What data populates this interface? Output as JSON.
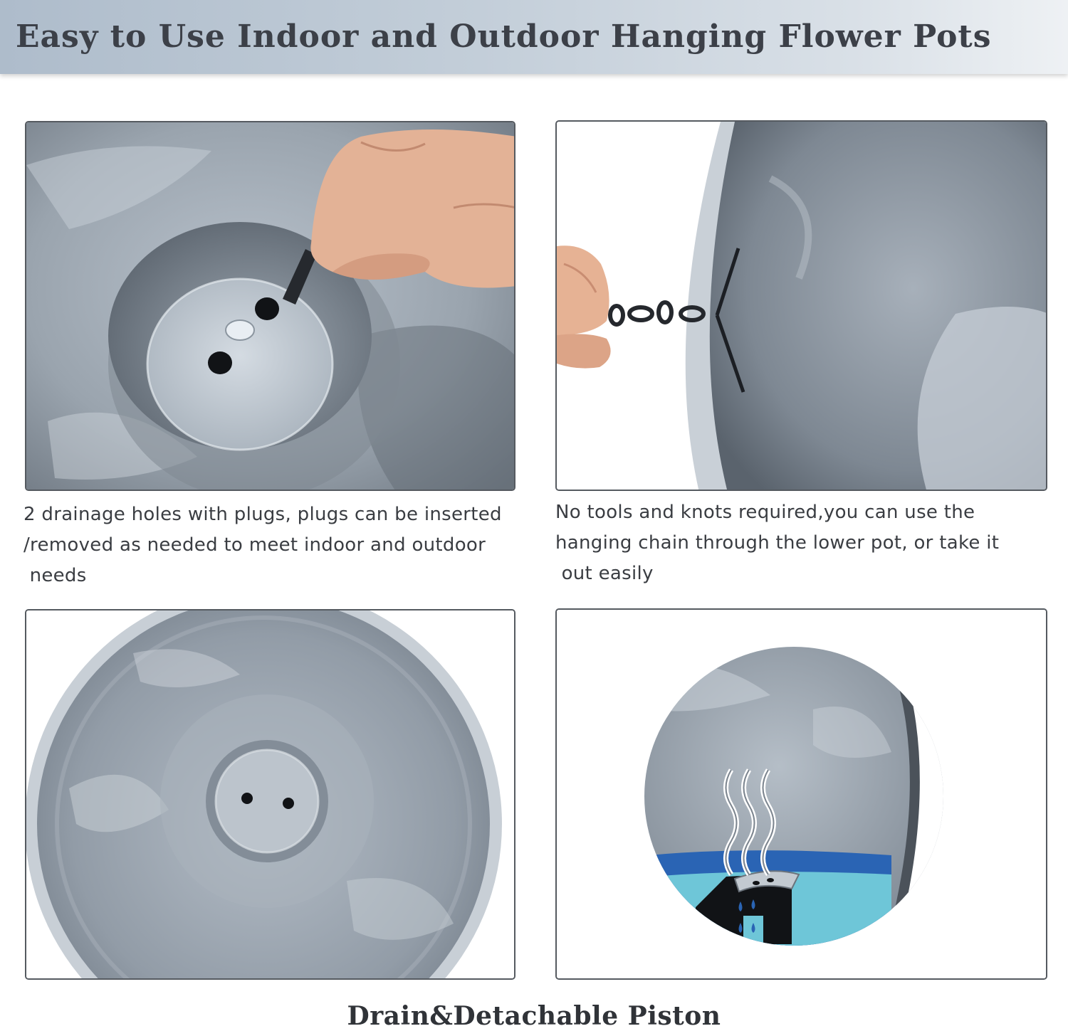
{
  "banner": {
    "title": "Easy to Use Indoor and Outdoor Hanging Flower Pots"
  },
  "panels": [
    {
      "name": "drainage-plug-photo",
      "caption_lines": [
        "2 drainage holes with plugs, plugs can be inserted",
        "/removed as needed to meet indoor and outdoor",
        " needs"
      ]
    },
    {
      "name": "hanging-chain-photo",
      "caption_lines": [
        "No tools and knots required,you can use the",
        "hanging chain through the lower pot, or take it",
        " out easily"
      ]
    },
    {
      "name": "pot-bottom-photo"
    },
    {
      "name": "drain-piston-diagram"
    }
  ],
  "footer": {
    "title": "Drain&Detachable Piston"
  },
  "colors": {
    "marble_light": "#c9d0d8",
    "marble_mid": "#9aa4ae",
    "marble_dark": "#6c7580",
    "water_blue": "#2a64b4",
    "water_light": "#6ec6d8",
    "skin": "#e8b89a",
    "chain": "#2a2d33"
  }
}
